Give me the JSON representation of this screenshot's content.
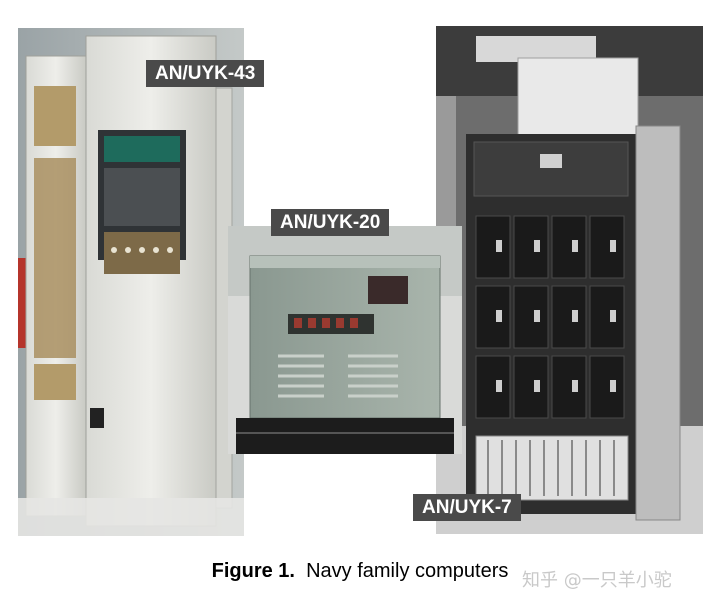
{
  "figure": {
    "number_label": "Figure 1.",
    "caption_text": "Navy family computers"
  },
  "photos": [
    {
      "label": "AN/UYK-43"
    },
    {
      "label": "AN/UYK-20"
    },
    {
      "label": "AN/UYK-7"
    }
  ],
  "watermark": "知乎 @一只羊小驼"
}
